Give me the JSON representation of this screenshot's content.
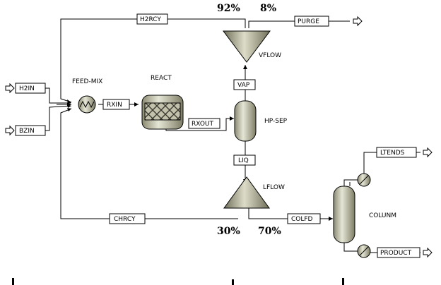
{
  "streams": {
    "h2rcy": "H2RCY",
    "purge": "PURGE",
    "h2in": "H2IN",
    "bzin": "BZIN",
    "rxin": "RXIN",
    "rxout": "RXOUT",
    "vap": "VAP",
    "liq": "LIQ",
    "chrcy": "CHRCY",
    "colfd": "COLFD",
    "ltends": "LTENDS",
    "product": "PRODUCT"
  },
  "blocks": {
    "feed_mix": "FEED-MIX",
    "react": "REACT",
    "hp_sep": "HP-SEP",
    "vflow": "VFLOW",
    "lflow": "LFLOW",
    "column": "COLUNM"
  },
  "splits": {
    "vflow_recycle": "92%",
    "vflow_purge": "8%",
    "lflow_recycle": "30%",
    "lflow_column": "70%"
  },
  "colors": {
    "equipment_fill": "#c9c9b4",
    "equipment_dark": "#8a8a72",
    "line": "#000000",
    "background": "#ffffff"
  }
}
